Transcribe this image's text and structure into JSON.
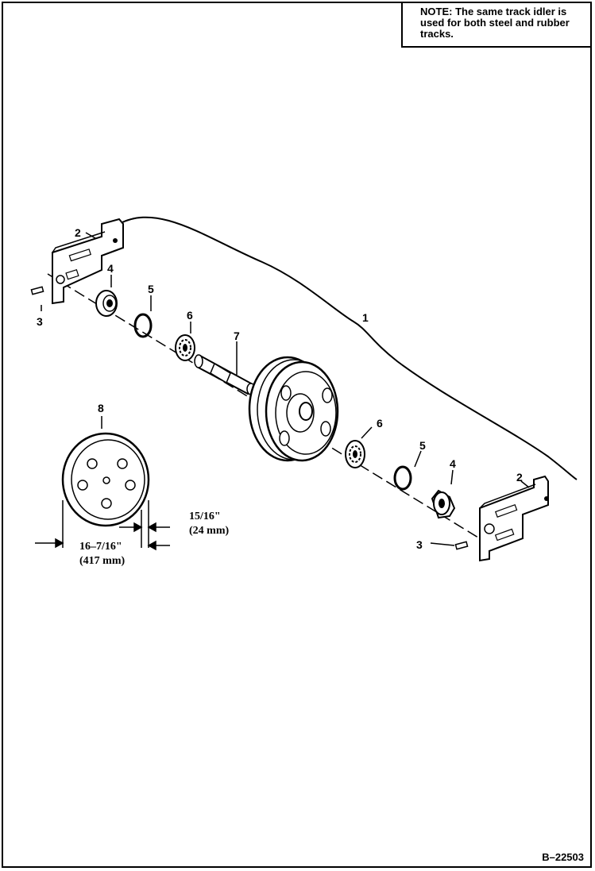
{
  "note": {
    "label": "NOTE:",
    "text": "The same track idler is used for both steel and rubber tracks."
  },
  "figure_id": "B–22503",
  "callouts": {
    "c1": "1",
    "c2_left": "2",
    "c2_right": "2",
    "c3_left": "3",
    "c3_right": "3",
    "c4_left": "4",
    "c4_right": "4",
    "c5_left": "5",
    "c5_right": "5",
    "c6_left": "6",
    "c6_right": "6",
    "c7": "7",
    "c8": "8"
  },
  "dimensions": {
    "diameter_in": "16–7/16\"",
    "diameter_mm": "(417 mm)",
    "width_in": "15/16\"",
    "width_mm": "(24 mm)"
  }
}
